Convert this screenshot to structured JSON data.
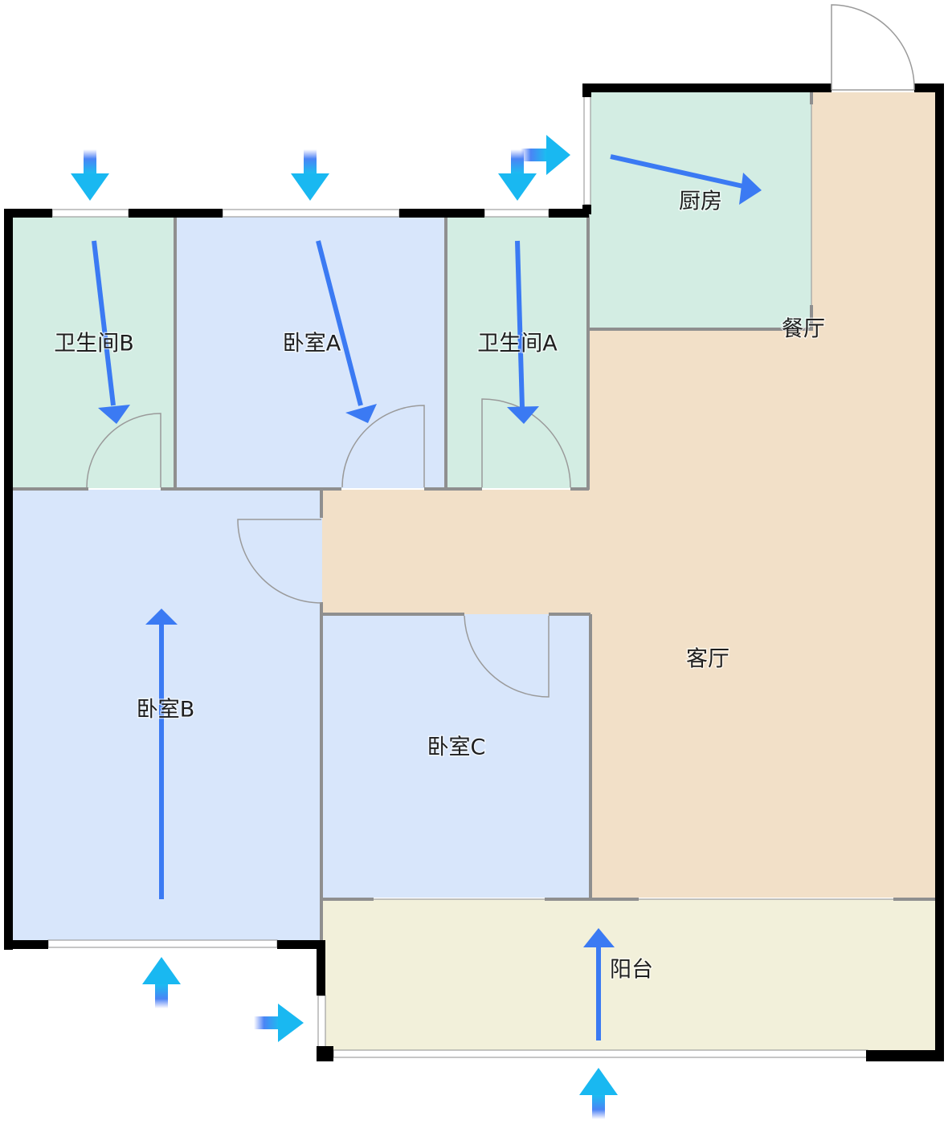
{
  "floorplan": {
    "rooms": [
      {
        "id": "bathroom-b",
        "label": "卫生间B"
      },
      {
        "id": "bedroom-a",
        "label": "卧室A"
      },
      {
        "id": "bathroom-a",
        "label": "卫生间A"
      },
      {
        "id": "kitchen",
        "label": "厨房"
      },
      {
        "id": "dining",
        "label": "餐厅"
      },
      {
        "id": "living",
        "label": "客厅"
      },
      {
        "id": "bedroom-b",
        "label": "卧室B"
      },
      {
        "id": "bedroom-c",
        "label": "卧室C"
      },
      {
        "id": "balcony",
        "label": "阳台"
      }
    ],
    "colors": {
      "wet_room": "#d3ede3",
      "bedroom": "#d8e6fb",
      "living": "#f2e0c8",
      "balcony": "#f2f0da",
      "flow_arrow": "#3b7af3"
    }
  }
}
